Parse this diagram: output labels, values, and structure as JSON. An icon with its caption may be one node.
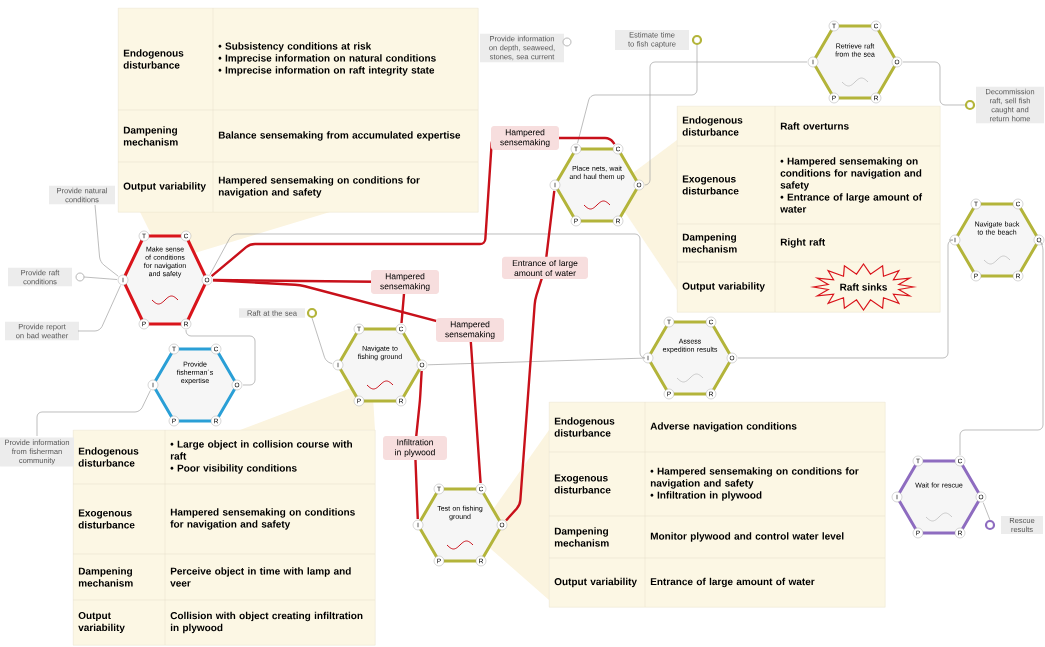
{
  "diagram": {
    "nodes": [
      {
        "text": [
          "Endogenous disturbance",
          "• Subsistency conditions at risk",
          "• Imprecise information on natural conditions",
          "• Imprecise information on raft integrity state",
          "Dampening mechanism",
          "Balance sensemaking from accumulated expertise",
          "Output variability",
          "Hampered sensemaking on conditions for navigation and safety"
        ]
      },
      {
        "text": [
          "Provide information on depth, seaweed, stones, sea current"
        ]
      },
      {
        "text": [
          "Estimate time to fish capture"
        ]
      },
      {
        "text": [
          "T",
          "C",
          "Retrieve raft from the sea",
          "I",
          "O",
          "P",
          "R"
        ]
      },
      {
        "text": [
          "Decommission raft, sell fish caught and return home"
        ]
      },
      {
        "text": [
          "Endogenous disturbance",
          "Raft overturns",
          "Exogenous disturbance",
          "• Hampered sensemaking on conditions for navigation and safety",
          "• Entrance of large amount of water",
          "Dampening mechanism",
          "Right raft",
          "Output variability"
        ]
      },
      {
        "text": [
          "Raft sinks"
        ],
        "in": 5
      },
      {
        "text": [
          "T",
          "C",
          "Place nets, wait and haul them up",
          "I",
          "O",
          "P",
          "R"
        ]
      },
      {
        "text": [
          "Provide natural conditions"
        ]
      },
      {
        "text": [
          "T",
          "C",
          "Navigate back to the beach",
          "I",
          "O",
          "P",
          "R"
        ]
      },
      {
        "text": [
          "Provide raft conditions"
        ]
      },
      {
        "text": [
          "T",
          "C",
          "Make sense of conditions for navigation and safety",
          "I",
          "O",
          "P",
          "R"
        ]
      },
      {
        "text": [
          "Provide report on bad weather"
        ]
      },
      {
        "text": [
          "Raft at the sea"
        ]
      },
      {
        "text": [
          "T",
          "C",
          "Provide fisherman´s expertise",
          "I",
          "O",
          "P",
          "R"
        ]
      },
      {
        "text": [
          "T",
          "C",
          "Navigate to fishing ground",
          "I",
          "O",
          "P",
          "R"
        ]
      },
      {
        "text": [
          "T",
          "C",
          "Assess expedition results",
          "I",
          "O",
          "P",
          "R"
        ]
      },
      {
        "text": [
          "Endogenous disturbance",
          "• Large object in collision course with raft",
          "• Poor visibility conditions",
          "Exogenous disturbance",
          "Hampered sensemaking on conditions for navigation and safety",
          "Dampening mechanism",
          "Perceive object in time with lamp and veer",
          "Output variability",
          "Collision with object creating infiltration in plywood"
        ]
      },
      {
        "text": [
          "Provide information from fisherman community"
        ]
      },
      {
        "text": [
          "Endogenous disturbance",
          "Adverse navigation conditions",
          "Exogenous disturbance",
          "• Hampered sensemaking on conditions for navigation and safety",
          "• Infiltration in plywood",
          "Dampening mechanism",
          "Monitor plywood and control water level",
          "Output variability",
          "Entrance of large amount of water"
        ]
      },
      {
        "text": [
          "T",
          "C",
          "Test on fishing ground",
          "I",
          "O",
          "P",
          "R"
        ]
      },
      {
        "text": [
          "T",
          "C",
          "Wait for rescue",
          "I",
          "O",
          "P",
          "R"
        ]
      },
      {
        "text": [
          "Rescue results"
        ]
      }
    ],
    "edges": [
      {
        "from": 10,
        "to": 11,
        "arrow": "none"
      },
      {
        "from": 12,
        "to": 11,
        "arrow": "none"
      },
      {
        "from": 8,
        "to": 11,
        "arrow": "none"
      },
      {
        "from": 14,
        "to": 11,
        "arrow": "none"
      },
      {
        "from": 13,
        "to": 15,
        "arrow": "none"
      },
      {
        "from": 11,
        "to": 16,
        "arrow": "none"
      },
      {
        "from": 15,
        "to": 16,
        "arrow": "none"
      },
      {
        "from": 2,
        "to": 7,
        "arrow": "none"
      },
      {
        "from": 7,
        "to": 3,
        "arrow": "none"
      },
      {
        "from": 3,
        "to": 4,
        "arrow": "none"
      },
      {
        "from": 9,
        "to": 21,
        "arrow": "none"
      },
      {
        "from": 16,
        "to": 9,
        "arrow": "none"
      },
      {
        "from": 21,
        "to": 22,
        "arrow": "none"
      },
      {
        "from": 18,
        "to": 14,
        "arrow": "none"
      },
      {
        "from": 11,
        "to": 7,
        "arrow": "none",
        "style": "thick",
        "color": "#c8101a",
        "label": "Hampered sensemaking"
      },
      {
        "from": 11,
        "to": 15,
        "arrow": "none",
        "style": "thick",
        "color": "#c8101a",
        "label": "Hampered sensemaking"
      },
      {
        "from": 11,
        "to": 20,
        "arrow": "none",
        "style": "thick",
        "color": "#c8101a",
        "label": "Hampered sensemaking"
      },
      {
        "from": 15,
        "to": 20,
        "arrow": "none",
        "style": "thick",
        "color": "#c8101a",
        "label": "Infiltration in plywood"
      },
      {
        "from": 20,
        "to": 7,
        "arrow": "none",
        "style": "thick",
        "color": "#c8101a",
        "label": "Entrance of large amount of water"
      }
    ]
  }
}
